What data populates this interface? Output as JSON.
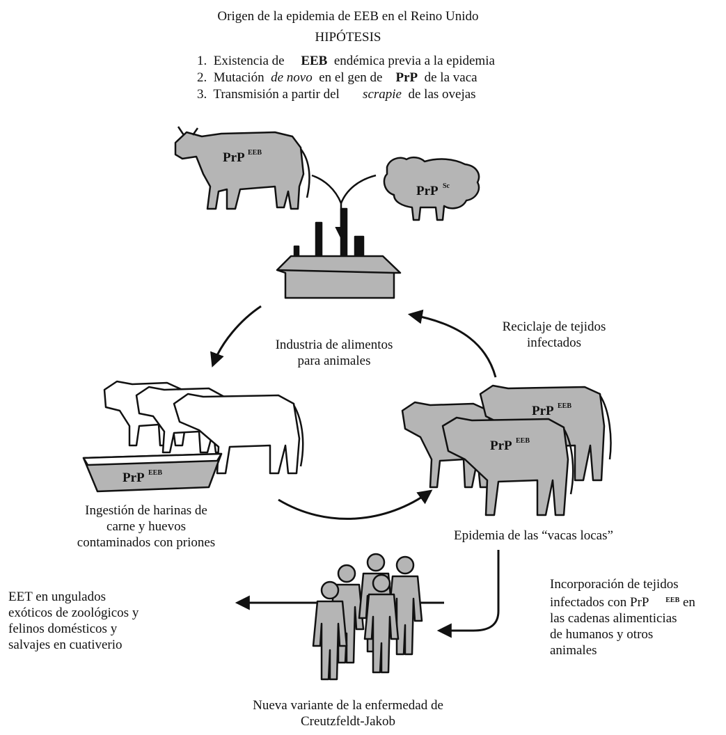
{
  "title": "Origen de la epidemia de EEB en el Reino Unido",
  "hypotheses_heading": "HIPÓTESIS",
  "hypotheses": {
    "h1": {
      "num": "1.",
      "pre": "Existencia de",
      "bold": "EEB",
      "post": "endémica previa a la epidemia"
    },
    "h2": {
      "num": "2.",
      "pre": "Mutación",
      "italic": "de novo",
      "mid": "en el gen de",
      "bold": "PrP",
      "post": "de la vaca"
    },
    "h3": {
      "num": "3.",
      "pre": "Transmisión a partir del",
      "italic": "scrapie",
      "post": "de las ovejas"
    }
  },
  "animal_labels": {
    "cow_main": {
      "base": "PrP",
      "sup": "EEB"
    },
    "sheep": {
      "base": "PrP",
      "sup": "Sc"
    },
    "trough": {
      "base": "PrP",
      "sup": "EEB"
    },
    "sick_cow_back": {
      "base": "PrP",
      "sup": "EEB"
    },
    "sick_cow_front": {
      "base": "PrP",
      "sup": "EEB"
    }
  },
  "captions": {
    "industry_1": "Industria de alimentos",
    "industry_2": "para animales",
    "recycle_1": "Reciclaje de tejidos",
    "recycle_2": "infectados",
    "ingestion_1": "Ingestión de harinas de",
    "ingestion_2": "carne y huevos",
    "ingestion_3": "contaminados con priones",
    "epidemic": "Epidemia de las “vacas locas”",
    "eet_1": "EET en ungulados",
    "eet_2": "exóticos de zoológicos y",
    "eet_3": "felinos domésticos y",
    "eet_4": "salvajes en cuativerio",
    "incorp_1": "Incorporación de tejidos",
    "incorp_2a": "infectados con PrP",
    "incorp_2sup": "EEB",
    "incorp_2b": "en",
    "incorp_3": "las cadenas alimenticias",
    "incorp_4": "de humanos y otros",
    "incorp_5": "animales",
    "vcjd_1": "Nueva variante de la enfermedad de",
    "vcjd_2": "Creutzfeldt-Jakob"
  },
  "colors": {
    "fill": "#b5b5b5",
    "ink": "#111111",
    "background": "#ffffff"
  }
}
